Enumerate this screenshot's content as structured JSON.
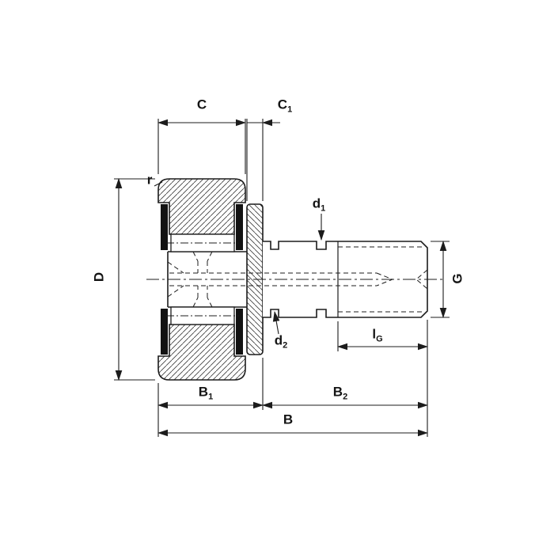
{
  "drawing": {
    "title": "stud-type cam follower cross-section drawing",
    "colors": {
      "background": "#ffffff",
      "outline": "#1c1c1c",
      "dimension": "#1c1c1c",
      "hatch": "#3a3a3a",
      "solid_fill": "#121212"
    }
  },
  "labels": {
    "C": {
      "text": "C",
      "sub": ""
    },
    "C1": {
      "text": "C",
      "sub": "1"
    },
    "r": {
      "text": "r",
      "sub": ""
    },
    "D": {
      "text": "D",
      "sub": ""
    },
    "d1": {
      "text": "d",
      "sub": "1"
    },
    "d2": {
      "text": "d",
      "sub": "2"
    },
    "G": {
      "text": "G",
      "sub": ""
    },
    "lG": {
      "text": "l",
      "sub": "G"
    },
    "B1": {
      "text": "B",
      "sub": "1"
    },
    "B2": {
      "text": "B",
      "sub": "2"
    },
    "B": {
      "text": "B",
      "sub": ""
    }
  }
}
